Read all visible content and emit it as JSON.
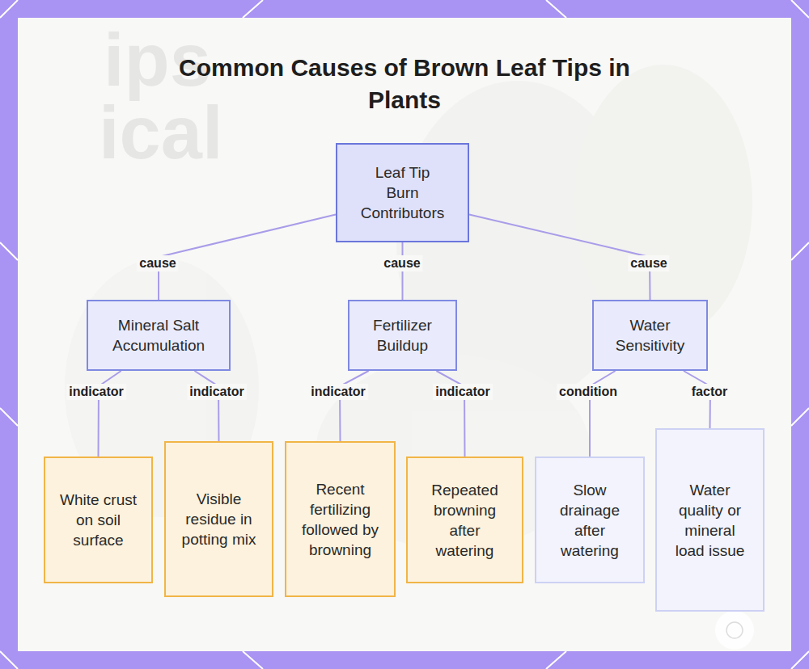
{
  "diagram": {
    "title": "Common Causes of Brown Leaf Tips in Plants",
    "nodes": [
      {
        "text": [
          "Leaf Tip Burn Contributors"
        ]
      },
      {
        "text": [
          "Mineral Salt Accumulation"
        ]
      },
      {
        "text": [
          "Fertilizer Buildup"
        ]
      },
      {
        "text": [
          "Water Sensitivity"
        ]
      },
      {
        "text": [
          "White crust on soil surface"
        ]
      },
      {
        "text": [
          "Visible residue in potting mix"
        ]
      },
      {
        "text": [
          "Recent fertilizing followed by browning"
        ]
      },
      {
        "text": [
          "Repeated browning after watering"
        ]
      },
      {
        "text": [
          "Slow drainage after watering"
        ]
      },
      {
        "text": [
          "Water quality or mineral load issue"
        ]
      }
    ],
    "edges": [
      {
        "from": 0,
        "to": 1,
        "arrow": "none",
        "label": "cause"
      },
      {
        "from": 0,
        "to": 2,
        "arrow": "none",
        "label": "cause"
      },
      {
        "from": 0,
        "to": 3,
        "arrow": "none",
        "label": "cause"
      },
      {
        "from": 1,
        "to": 4,
        "arrow": "none",
        "label": "indicator"
      },
      {
        "from": 1,
        "to": 5,
        "arrow": "none",
        "label": "indicator"
      },
      {
        "from": 2,
        "to": 6,
        "arrow": "none",
        "label": "indicator"
      },
      {
        "from": 2,
        "to": 7,
        "arrow": "none",
        "label": "indicator"
      },
      {
        "from": 3,
        "to": 8,
        "arrow": "none",
        "label": "condition"
      },
      {
        "from": 3,
        "to": 9,
        "arrow": "none",
        "label": "factor"
      }
    ],
    "labels": [
      "ips",
      "ical"
    ]
  }
}
